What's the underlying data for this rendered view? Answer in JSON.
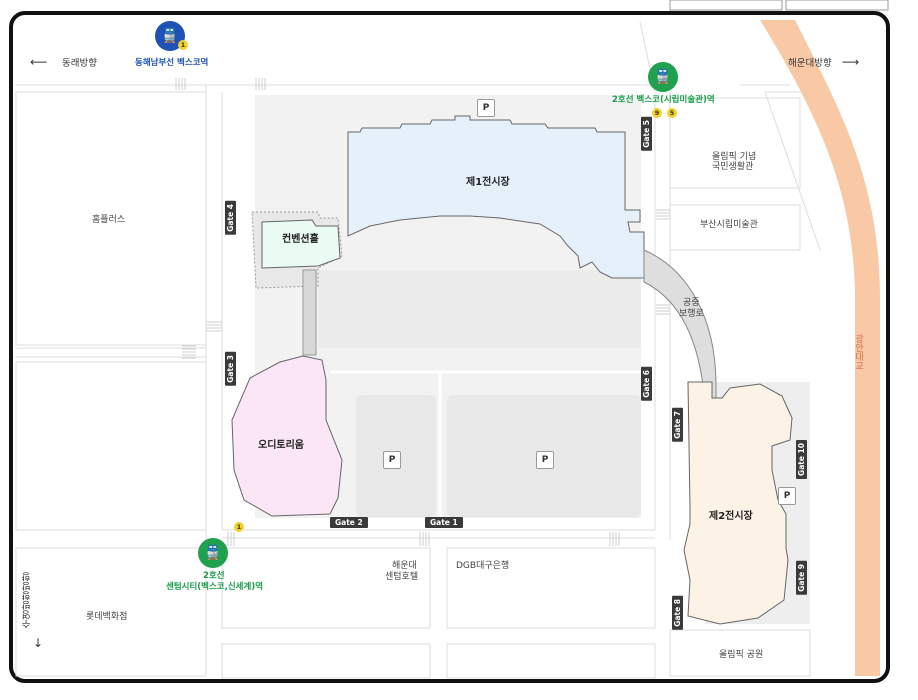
{
  "halls": {
    "hall1": "제1전시장",
    "hall2": "제2전시장",
    "convention": "컨벤션홀",
    "auditorium": "오디토리움"
  },
  "buildings": {
    "homeplus": "홈플러스",
    "olympic_memorial_1": "올림픽 기념",
    "olympic_memorial_2": "국민생활관",
    "busan_museum": "부산시립미술관",
    "walkway_1": "공중",
    "walkway_2": "보행로",
    "haeundae_center_1": "해운대",
    "haeundae_center_2": "센텀호텔",
    "dgb_bank": "DGB대구은행",
    "lotte_dept": "롯데백화점",
    "olympic_park": "올림픽 공원",
    "bridge": "광안대교"
  },
  "directions": {
    "west": "동래방향",
    "east": "해운대방향",
    "south": "수영방향방향"
  },
  "stations": {
    "top_left": "동해남부선 벡스코역",
    "top_right": "2호선 벡스코(시립미술관)역",
    "bottom_line": "2호선",
    "bottom_name": "센텀시티(벡스코,신세계)역"
  },
  "badges": {
    "b1": "1",
    "b9": "9",
    "b5": "5",
    "b1b": "1"
  },
  "gates": {
    "g1": "Gate 1",
    "g2": "Gate 2",
    "g3": "Gate 3",
    "g4": "Gate 4",
    "g5": "Gate 5",
    "g6": "Gate 6",
    "g7": "Gate 7",
    "g8": "Gate 8",
    "g9": "Gate 9",
    "g10": "Gate 10"
  },
  "parking": "P",
  "icons": {
    "station": "train-icon",
    "parking": "parking-icon",
    "arrow_left": "arrow-left-icon",
    "arrow_right": "arrow-right-icon",
    "arrow_down": "arrow-down-icon"
  },
  "colors": {
    "hall1": "#e6f0fb",
    "hall2": "#fcf2e6",
    "convention": "#e9fbf3",
    "auditorium": "#fbe6f6",
    "road_block": "#f0f0f0",
    "river": "#f9c8a5",
    "line2": "#20a14f",
    "donghae_line": "#1f52b4"
  }
}
